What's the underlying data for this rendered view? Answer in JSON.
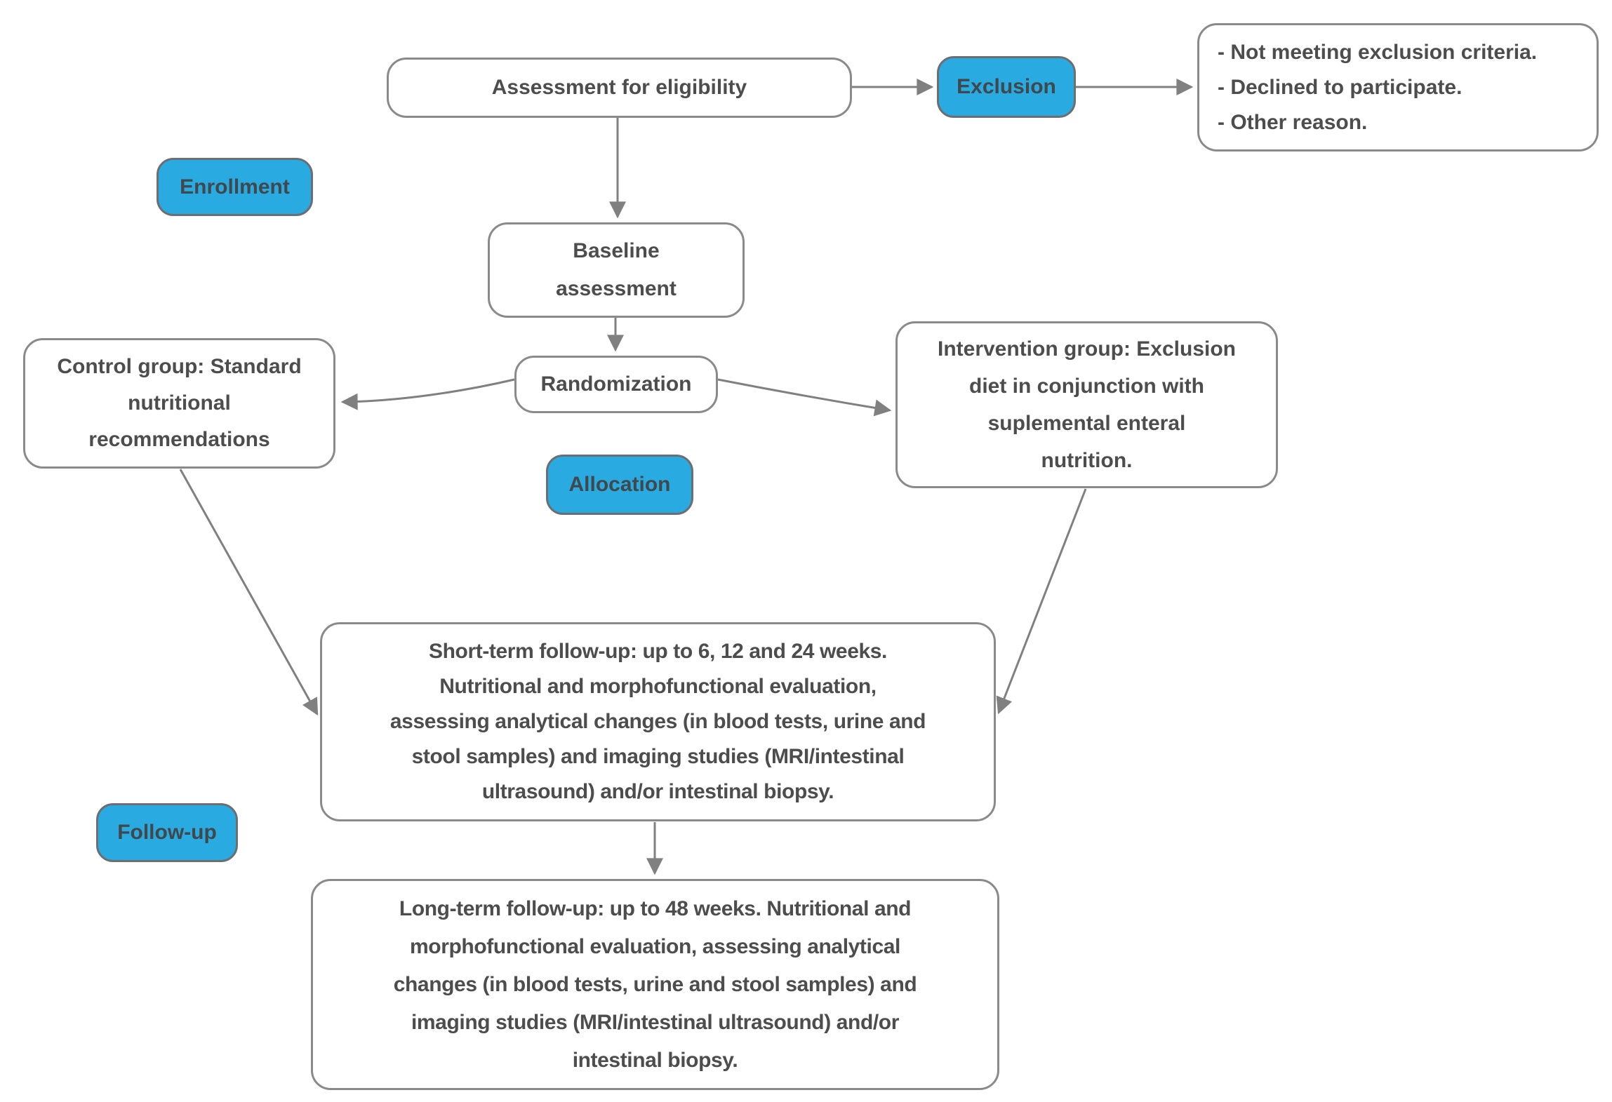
{
  "diagram": {
    "boxes": {
      "assessment": {
        "label": "Assessment for eligibility"
      },
      "exclusion_reasons": {
        "lines": [
          "- Not meeting exclusion criteria.",
          "- Declined to participate.",
          "- Other reason."
        ]
      },
      "baseline": {
        "lines": [
          "Baseline",
          "assessment"
        ]
      },
      "randomization": {
        "label": "Randomization"
      },
      "control": {
        "lines": [
          "Control group: Standard",
          "nutritional",
          "recommendations"
        ]
      },
      "intervention": {
        "lines": [
          "Intervention group: Exclusion",
          "diet in conjunction with",
          "suplemental enteral",
          "nutrition."
        ]
      },
      "short_term": {
        "lines": [
          "Short-term follow-up: up to 6, 12 and 24 weeks.",
          "Nutritional and morphofunctional evaluation,",
          "assessing analytical changes (in blood tests, urine and",
          "stool samples) and imaging studies (MRI/intestinal",
          "ultrasound) and/or intestinal biopsy."
        ]
      },
      "long_term": {
        "lines": [
          "Long-term follow-up: up to 48 weeks. Nutritional and",
          "morphofunctional evaluation, assessing analytical",
          "changes (in blood tests, urine and stool samples) and",
          "imaging studies (MRI/intestinal ultrasound) and/or",
          "intestinal biopsy."
        ]
      }
    },
    "badges": {
      "enrollment": {
        "label": "Enrollment"
      },
      "exclusion": {
        "label": "Exclusion"
      },
      "allocation": {
        "label": "Allocation"
      },
      "follow_up": {
        "label": "Follow-up"
      }
    }
  },
  "colors": {
    "badge_fill": "#29abe2",
    "box_border": "#8a8a8a",
    "text": "#4d4d4d",
    "edge": "#808080"
  }
}
